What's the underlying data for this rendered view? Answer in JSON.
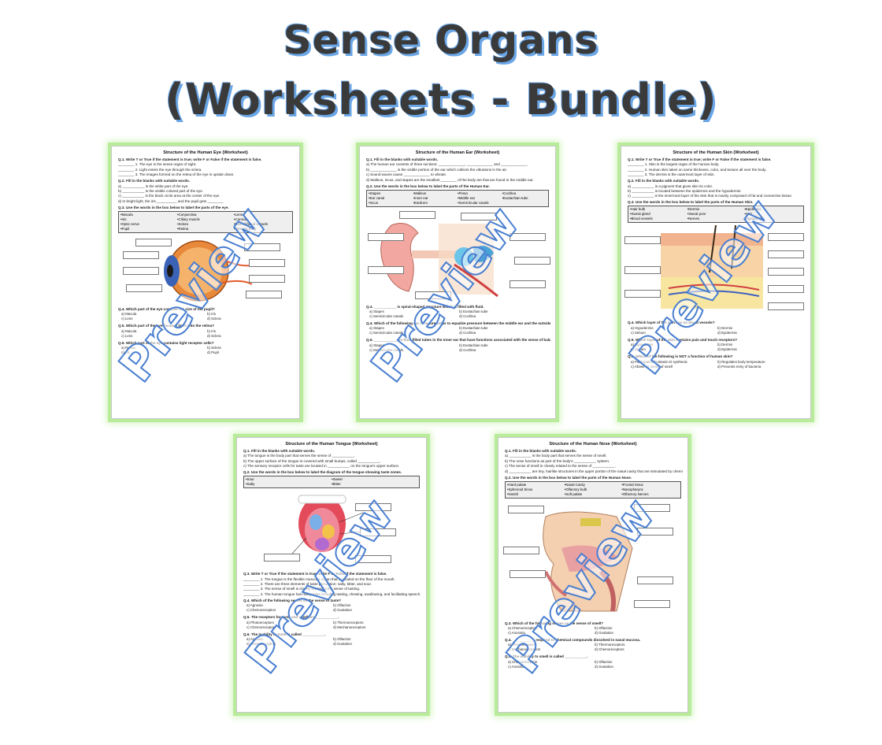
{
  "title": {
    "line1": "Sense Organs",
    "line2": "(Worksheets - Bundle)"
  },
  "watermark": "Preview",
  "colors": {
    "title_text": "#3a3a3a",
    "title_shadow": "#6aa6e6",
    "sheet_glow": "#b9ec9a",
    "watermark_fill": "#ffffff",
    "watermark_stroke": "#4a7fd0"
  },
  "sheets": {
    "eye": {
      "heading": "Structure of the Human Eye (Worksheet)",
      "q1": "Q.1. Write T or True if the statement is true; write F or False if the statement is false.",
      "q1_items": [
        "________ 1. The eye is the sense organ of sight.",
        "________ 2. Light enters the eye through the sclera.",
        "________ 3. The images formed on the retina of the eye is upside down."
      ],
      "q2": "Q.2. Fill in the blanks with suitable words.",
      "q2_items": [
        "a) ___________ is the white part of the eye.",
        "b) ___________ is the visible colored part of the eye.",
        "c) ___________ is the black circle area at the center of the eye.",
        "d) In bright light, the iris __________ and the pupil gets ________"
      ],
      "q3": "Q.3. Use the words in the box below to label the parts of the eye.",
      "words": [
        "Macula",
        "Conjunctiva",
        "Lens",
        "Iris",
        "Ciliary muscle",
        "Cornea",
        "Optic nerve",
        "Sclera",
        "Retinal blood vessels",
        "Pupil",
        "Retina",
        "Vitreous body"
      ],
      "q4": "Q.4. Which part of the eye controls the size of the pupil?",
      "q4_opts": [
        "a) Macula",
        "b) Iris",
        "c) Lens",
        "d) Sclera"
      ],
      "q5": "Q.5. Which part of the eye focuses light onto the retina?",
      "q5_opts": [
        "a) Macula",
        "b) Iris",
        "c) Lens",
        "d) Sclera"
      ],
      "q6": "Q.6. Which part of the eye contains light receptor cells?",
      "q6_opts": [
        "a) Retina",
        "b) Sclera",
        "c) Iris",
        "d) Pupil"
      ]
    },
    "ear": {
      "heading": "Structure of the Human Ear (Worksheet)",
      "q1": "Q.1. Fill in the blanks with suitable words.",
      "q1_items": [
        "a) The human ear consists of three sections: _____________, _____________ and _____________.",
        "b) _____________ is the visible portion of the ear which collects the vibrations in the air.",
        "c) Sound waves cause _____________ to vibrate.",
        "d) Malleus, incus, and stapes are the smallest ________ of the body are that are found in the middle ear."
      ],
      "q2": "Q.2. Use the words in the box below to label the parts of the Human Ear.",
      "words": [
        "Stapes",
        "Malleus",
        "Pinna",
        "Cochlea",
        "Ear canal",
        "Inner ear",
        "Middle ear",
        "Eustachian tube",
        "Incus",
        "Eardrum",
        "Semicircular canals",
        ""
      ],
      "q3": "Q.4. ___________ is spiral-shaped structure which is filled with fluid.",
      "q3_opts": [
        "a) Stapes",
        "b) Eustachian tube",
        "c) Semicircular canals",
        "d) Cochlea"
      ],
      "q4": "Q.4. Which of the following ear structure helps to equalize pressure between the middle ear and the outside air?",
      "q4_opts": [
        "a) Stapes",
        "b) Eustachian tube",
        "c) Semicircular canals",
        "d) Cochlea"
      ],
      "q5": "Q.5. ___________ are fluid-filled tubes in the inner ear that have functions associated with the sense of balance.",
      "q5_opts": [
        "a) Stapes",
        "b) Eustachian tube",
        "c) Semicircular canals",
        "d) Cochlea"
      ]
    },
    "skin": {
      "heading": "Structure of the Human Skin (Worksheet)",
      "q1": "Q.1. Write T or True if the statement is true; write F or False if the statement is false.",
      "q1_items": [
        "________ 1. Skin is the largest organ of the human body.",
        "________ 2. Human skin takes on same thickness, color, and texture all over the body.",
        "________ 3. The dermis is the outermost layer of skin."
      ],
      "q2": "Q.2. Fill in the blanks with suitable words.",
      "q2_items": [
        "a) ___________ is a pigment that gives skin its color.",
        "b) ___________ is located between the epidermis and the hypodermis.",
        "c) ___________ is the innermost layer of the skin that is mainly composed of fat and connective tissue."
      ],
      "q3": "Q.3. Use the words in the box below to label the parts of the Human Skin.",
      "words": [
        "Hair bulb",
        "Dermis",
        "Epidermis",
        "Sweat gland",
        "Sweat pore",
        "Hair",
        "Blood vessels",
        "Nerves",
        "Hypodermis"
      ],
      "q4": "Q.4. Which layer of the skin has no blood vessels?",
      "q4_opts": [
        "a) Hypodermis",
        "b) Dermis",
        "c) Sebum",
        "d) Epidermis"
      ],
      "q5": "Q.5. Which layer of the skin contains pain and touch receptors?",
      "q5_opts": [
        "a) Hypodermis",
        "b) Dermis",
        "c) Sebum",
        "d) Epidermis"
      ],
      "q6": "Q.6. Which of the following is NOT a function of human skin?",
      "q6_opts": [
        "a) Participates in vitamin D synthesis",
        "b) Regulates body temperature",
        "c) Allows for sense of smell",
        "d) Prevents entry of bacteria"
      ]
    },
    "tongue": {
      "heading": "Structure of the Human Tongue (Worksheet)",
      "q1": "Q.1. Fill in the blanks with suitable words.",
      "q1_items": [
        "a) The tongue is the body part that serves the sense of ___________.",
        "b) The upper surface of the tongue is covered with small bumps, called ___________.",
        "c) The sensory receptor cells for taste are located in ___________ on the tongue's upper surface."
      ],
      "q2": "Q.2. Use the words in the box below to label the diagram of the tongue showing taste zones.",
      "words": [
        "Sour",
        "Salty",
        "Sweet",
        "Bitter"
      ],
      "q3": "Q.3. Write T or True if the statement is true; write F or False if the statement is false.",
      "q3_items": [
        "________ 1. The tongue is the flexible muscular organ that is located on the floor of the mouth.",
        "________ 2. There are three elements of taste perception: salty, bitter, and sour.",
        "________ 3. The sense of smell is closely related to the sense of tasting.",
        "________ 4. The human tongue has many roles including tasting, chewing, swallowing, and facilitating speech."
      ],
      "q4": "Q.4. Which of the following serves as the sense of taste?",
      "q4_opts": [
        "a) Agnosia",
        "b) Olfaction",
        "c) Chemoreception",
        "d) Gustation"
      ],
      "q5": "Q.5. The receptors for taste and smell are ___________.",
      "q5_opts": [
        "a) Photoreceptors",
        "b) Thermoreceptors",
        "c) Chemoreceptors",
        "d) Mechanoreceptors"
      ],
      "q6": "Q.6. The inability to taste is called ___________.",
      "q6_opts": [
        "a) Ageusia",
        "b) Olfaction",
        "c) Chemoreception",
        "d) Gustation"
      ]
    },
    "nose": {
      "heading": "Structure of the Human Nose (Worksheet)",
      "q1": "Q.1. Fill in the blanks with suitable words.",
      "q1_items": [
        "a) ___________ is the body part that serves the sense of smell.",
        "b) The nose functions as part of the body's ___________ system.",
        "c) The sense of smell is closely related to the sense of ___________.",
        "d) ___________ are tiny, hairlike structures in the upper portion of the nasal cavity that are stimulated by chemicals which float in the air."
      ],
      "q2": "Q.2. Use the words in the box below to label the parts of the Human Nose.",
      "words": [
        "Hard palate",
        "Nasal Cavity",
        "Frontal Sinus",
        "Sphenoid Sinus",
        "Olfactory bulb",
        "Nasopharynx",
        "Nostril",
        "Soft palate",
        "Olfactory Nerves"
      ],
      "q3": "Q.3. Which of the following serves as the sense of smell?",
      "q3_opts": [
        "a) Chemoreception",
        "b) Olfaction",
        "c) Anosmia",
        "d) Gustation"
      ],
      "q4": "Q.4. ___________ respond to chemical compounds dissolved in nasal mucosa.",
      "q4_opts": [
        "a) Photoreceptors",
        "b) Thermoreceptors",
        "c) Mechanoreceptors",
        "d) Chemoreceptors"
      ],
      "q5": "Q.5. The inability to smell is called ___________.",
      "q5_opts": [
        "a) Chemoreception",
        "b) Olfaction",
        "c) Anosmia",
        "d) Gustation"
      ]
    }
  }
}
